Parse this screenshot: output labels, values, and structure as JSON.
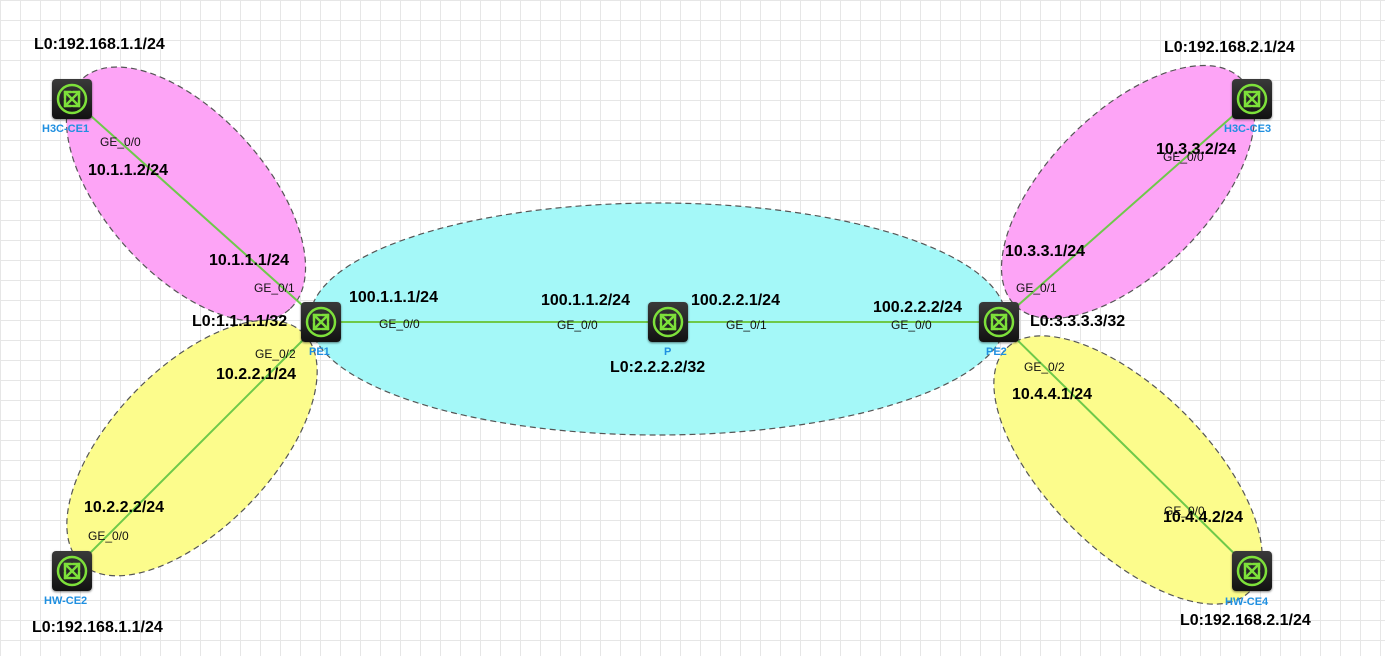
{
  "colors": {
    "pink_area": "#fda4f6",
    "yellow_area": "#fcfc8c",
    "cyan_area": "#a4f8f8",
    "link": "#6ec94a",
    "device_label": "#1f8fe0",
    "router_icon": "#7de03a"
  },
  "devices": {
    "h3c_ce1": {
      "name": "H3C-CE1",
      "icon": "router-icon"
    },
    "hw_ce2": {
      "name": "HW-CE2",
      "icon": "router-icon"
    },
    "pe1": {
      "name": "PE1",
      "icon": "router-icon"
    },
    "p": {
      "name": "P",
      "icon": "router-icon"
    },
    "pe2": {
      "name": "PE2",
      "icon": "router-icon"
    },
    "h3c_ce3": {
      "name": "H3C-CE3",
      "icon": "router-icon"
    },
    "hw_ce4": {
      "name": "HW-CE4",
      "icon": "router-icon"
    }
  },
  "loopbacks": {
    "ce1": "L0:192.168.1.1/24",
    "ce2": "L0:192.168.1.1/24",
    "pe1": "L0:1.1.1.1/32",
    "p": "L0:2.2.2.2/32",
    "pe2": "L0:3.3.3.3/32",
    "ce3": "L0:192.168.2.1/24",
    "ce4": "L0:192.168.2.1/24"
  },
  "ips": {
    "ce1_g0": "10.1.1.2/24",
    "pe1_g1": "10.1.1.1/24",
    "pe1_g2": "10.2.2.1/24",
    "ce2_g0": "10.2.2.2/24",
    "pe1_g0": "100.1.1.1/24",
    "p_g0": "100.1.1.2/24",
    "p_g1": "100.2.2.1/24",
    "pe2_g0": "100.2.2.2/24",
    "pe2_g1": "10.3.3.1/24",
    "ce3_g0": "10.3.3.2/24",
    "pe2_g2": "10.4.4.1/24",
    "ce4_g0": "10.4.4.2/24"
  },
  "ports": {
    "ce1_g0": "GE_0/0",
    "pe1_g1": "GE_0/1",
    "pe1_g2": "GE_0/2",
    "ce2_g0": "GE_0/0",
    "pe1_g0": "GE_0/0",
    "p_g0": "GE_0/0",
    "p_g1": "GE_0/1",
    "pe2_g0": "GE_0/0",
    "pe2_g1": "GE_0/1",
    "ce3_g0": "GE_0/0",
    "pe2_g2": "GE_0/2",
    "ce4_g0": "GE_0/0"
  }
}
